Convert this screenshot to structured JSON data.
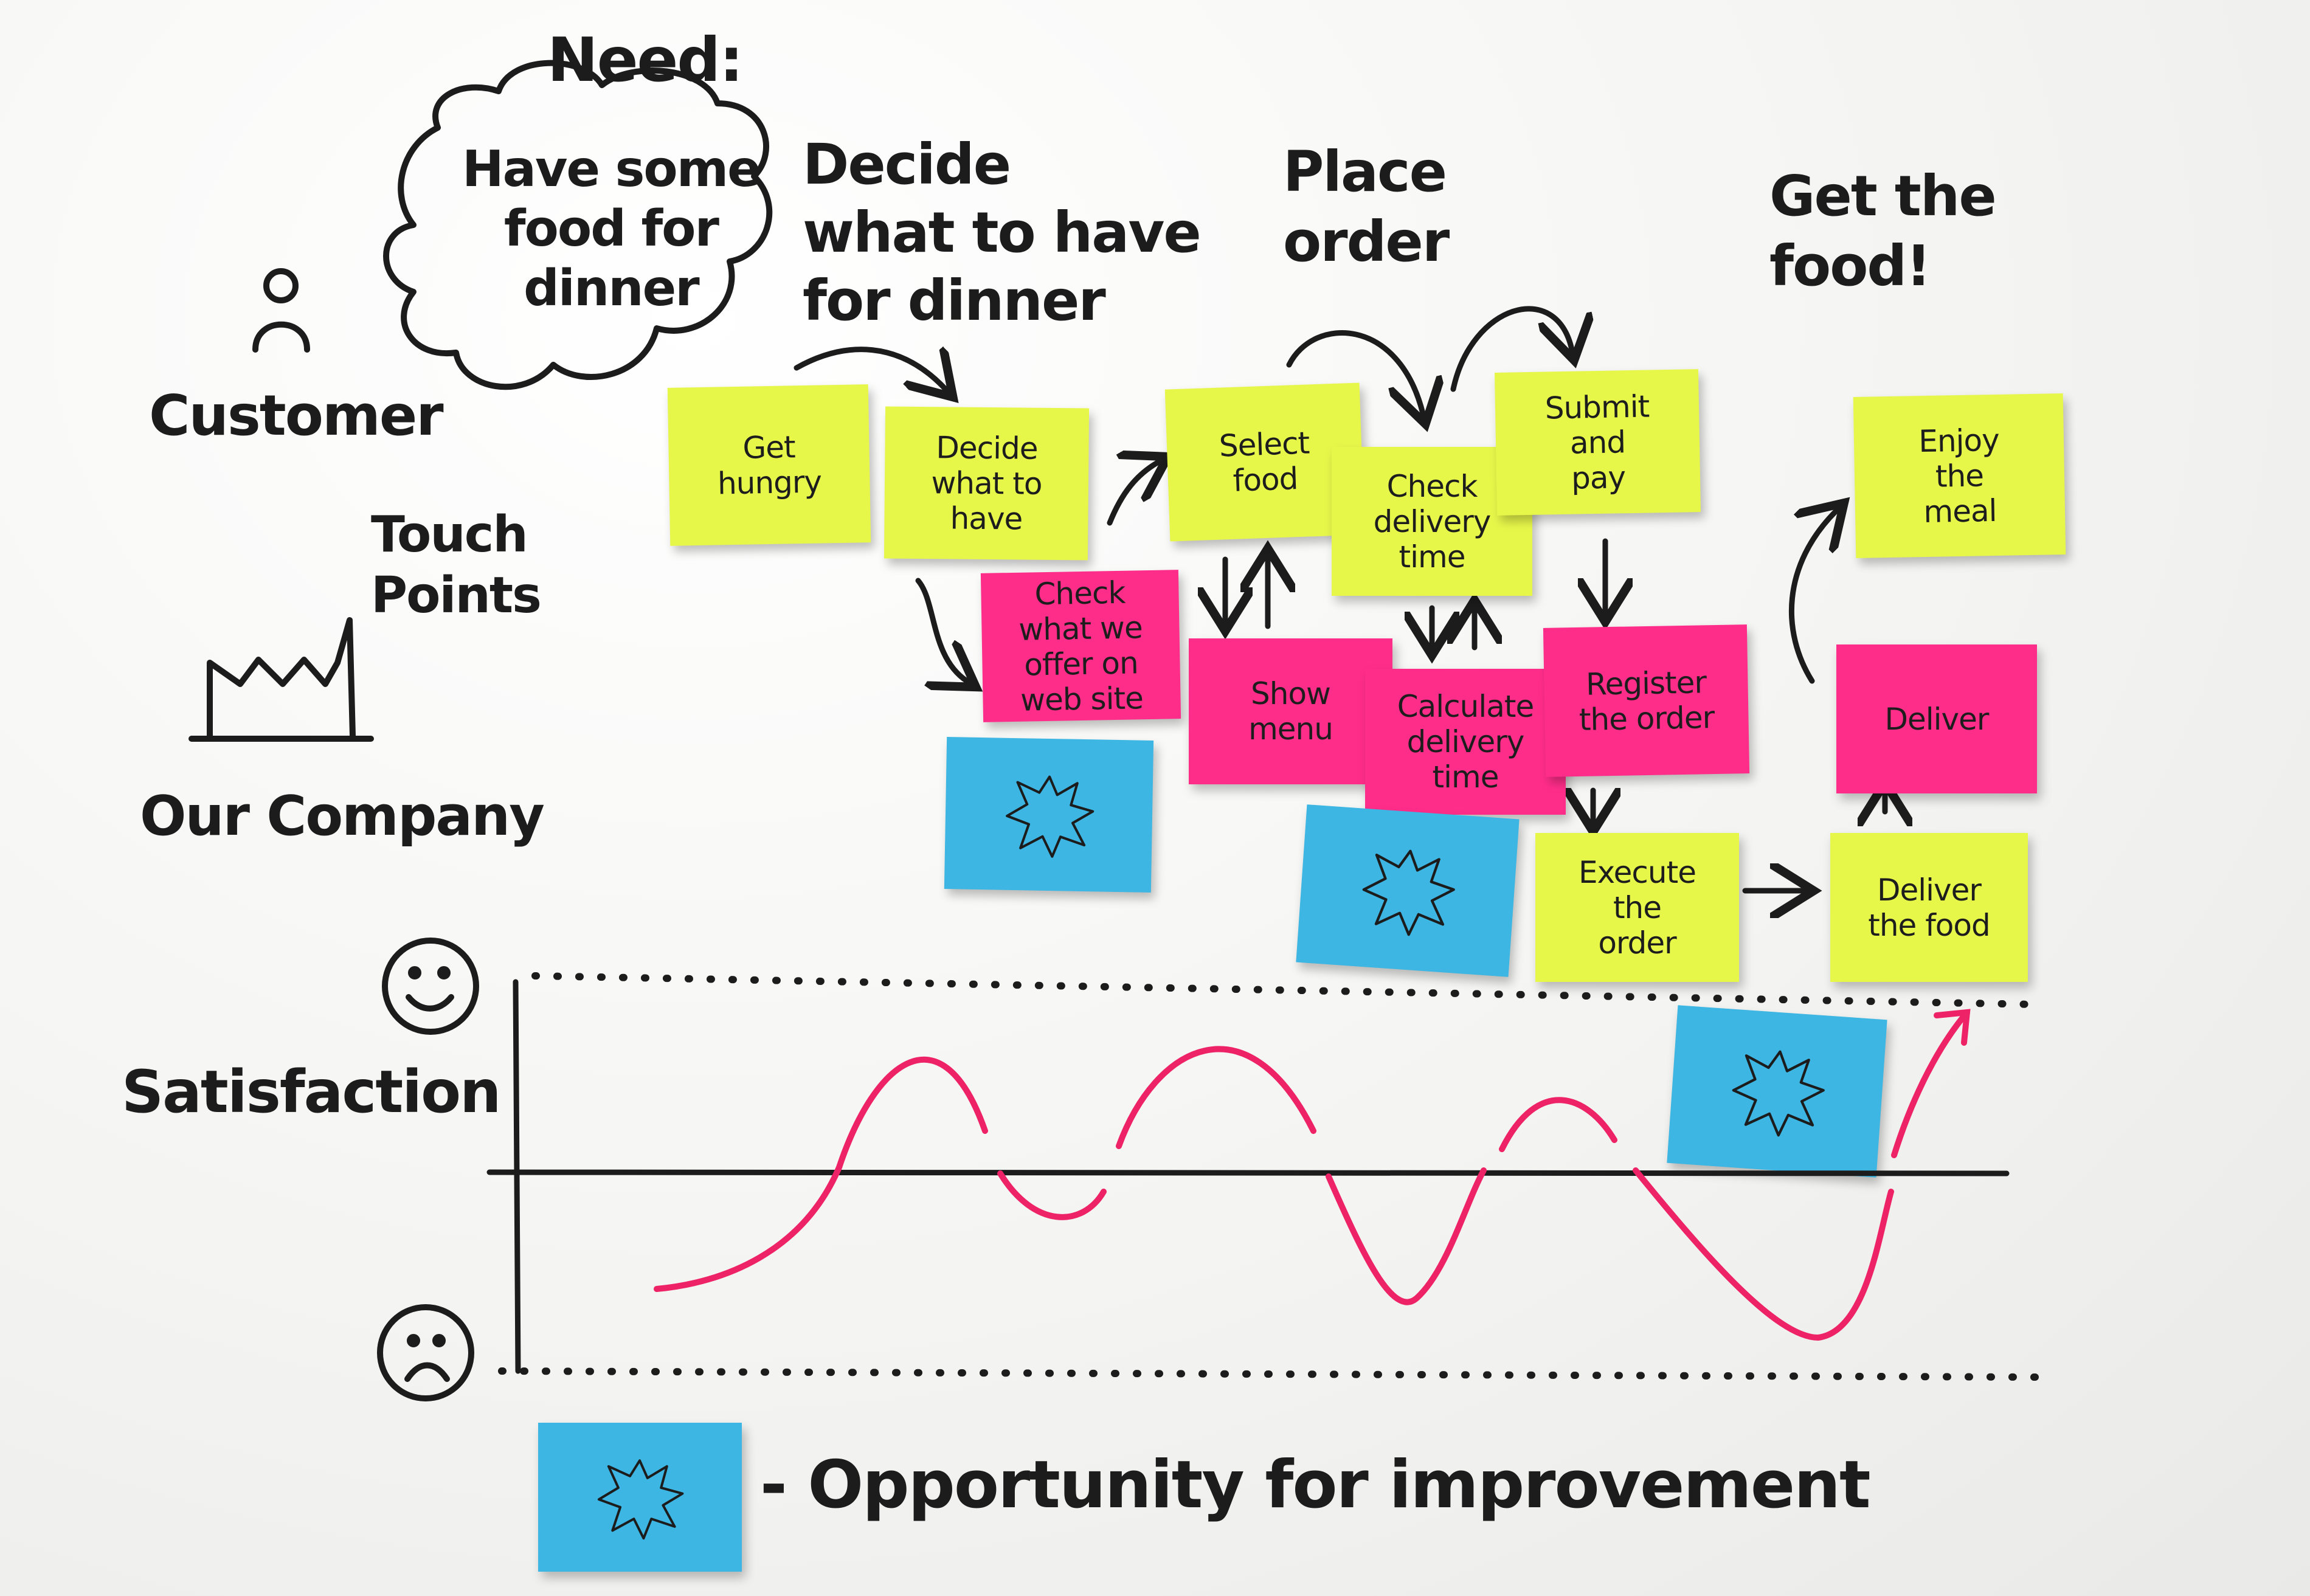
{
  "board": {
    "need_label": "Need:",
    "need_text": "Have some\nfood for\ndinner",
    "phases": {
      "decide": "Decide\nwhat to have\nfor dinner",
      "place": "Place\norder",
      "get": "Get the\nfood!"
    },
    "lanes": {
      "customer": "Customer",
      "touch_points": "Touch\nPoints",
      "company": "Our Company",
      "satisfaction": "Satisfaction"
    },
    "notes": {
      "get_hungry": "Get\nhungry",
      "decide_what": "Decide\nwhat to\nhave",
      "select_food": "Select\nfood",
      "check_delivery": "Check\ndelivery\ntime",
      "submit_pay": "Submit\nand\npay",
      "enjoy_meal": "Enjoy\nthe\nmeal",
      "check_website": "Check\nwhat we\noffer on\nweb site",
      "show_menu": "Show\nmenu",
      "calculate_delivery": "Calculate\ndelivery\ntime",
      "register_order": "Register\nthe order",
      "deliver": "Deliver",
      "execute_order": "Execute\nthe\norder",
      "deliver_food": "Deliver\nthe food"
    },
    "legend": "- Opportunity for improvement",
    "colors": {
      "yellow_note": "#e7f74a",
      "pink_note": "#ff2d8a",
      "blue_note": "#3db6e3",
      "curve": "#ee2266",
      "marker": "#1c1c1c"
    },
    "icons": [
      "person-icon",
      "factory-icon",
      "happy-face-icon",
      "sad-face-icon",
      "burst-icon"
    ]
  }
}
